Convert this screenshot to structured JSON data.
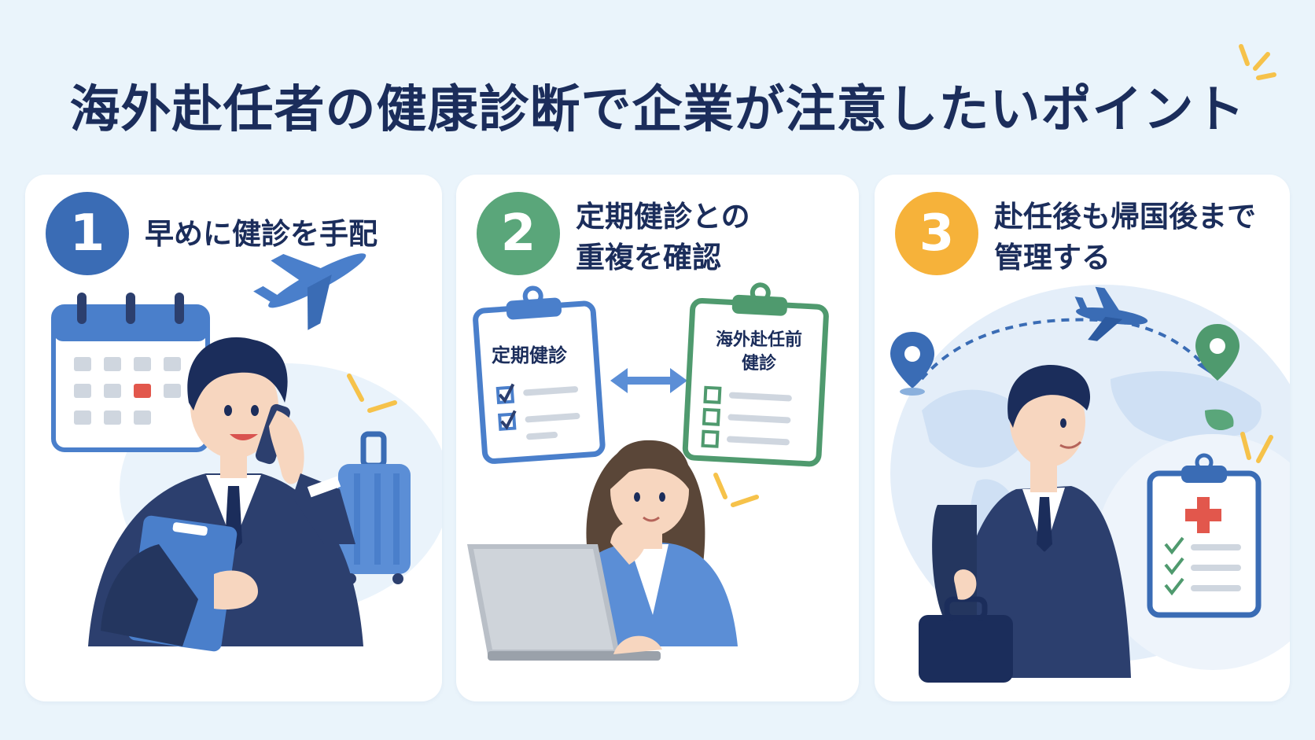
{
  "title": "海外赴任者の健康診断で企業が注意したいポイント",
  "points": [
    {
      "number": "1",
      "heading_lines": [
        "早めに健診を手配"
      ],
      "color": "#3a6cb5"
    },
    {
      "number": "2",
      "heading_lines": [
        "定期健診との",
        "重複を確認"
      ],
      "color": "#5aa67a",
      "clipboards": {
        "left_label": "定期健診",
        "right_label_lines": [
          "海外赴任前",
          "健診"
        ]
      }
    },
    {
      "number": "3",
      "heading_lines": [
        "赴任後も帰国後まで",
        "管理する"
      ],
      "color": "#f6b23a"
    }
  ],
  "colors": {
    "navy": "#1b2d5b",
    "suit": "#2c3f6e",
    "blue": "#4a7fcb",
    "green": "#4f9a6e",
    "orange": "#f6b23a",
    "red": "#e2574c"
  }
}
